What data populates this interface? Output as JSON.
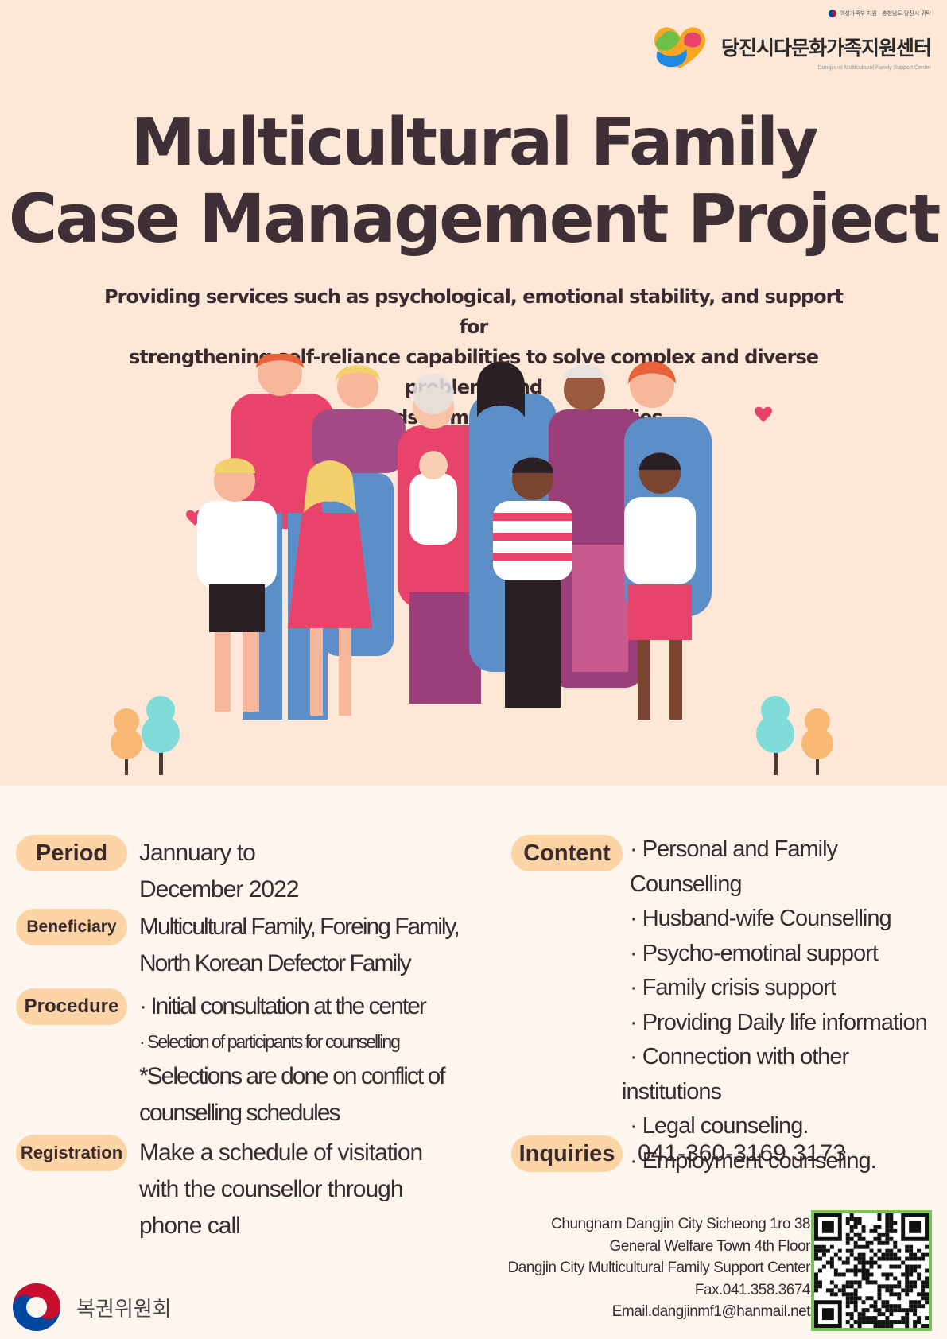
{
  "header": {
    "sponsor_text": "여성가족부 지원 · 충청남도 당진시 위탁",
    "org_korean": "당진시다문화가족지원센터",
    "org_english": "Dangjin-si Multicultural Family Support Center"
  },
  "title": {
    "line1": "Multicultural Family",
    "line2": "Case Management Project"
  },
  "subtitle": {
    "line1": "Providing services such as psychological, emotional stability, and support for",
    "line2": "strengthening self-reliance capabilities to solve complex and diverse problems and",
    "line3": "resolve needs of multicultural families."
  },
  "period": {
    "label": "Period",
    "line1": "Jannuary to",
    "line2": "December 2022"
  },
  "beneficiary": {
    "label": "Beneficiary",
    "line1": "Multicultural Family, Foreing Family,",
    "line2": "North Korean Defector Family"
  },
  "procedure": {
    "label": "Procedure",
    "step1": "· Initial consultation at the center",
    "step2": "· Selection of participants for counselling",
    "note1": "*Selections are done on conflict of",
    "note2": "counselling schedules"
  },
  "registration": {
    "label": "Registration",
    "line1": "Make a schedule of visitation",
    "line2": "with the counsellor  through",
    "line3": "phone call"
  },
  "content": {
    "label": "Content",
    "items": [
      "· Personal and Family Counselling",
      "· Husband-wife Counselling",
      "· Psycho-emotinal support",
      "· Family crisis support",
      "· Providing Daily life information",
      "· Connection with other",
      "institutions",
      "· Legal counseling.",
      "· Employment counseling."
    ]
  },
  "inquiries": {
    "label": "Inquiries",
    "phone": "041-360-3169,3173"
  },
  "contact": {
    "address1": "Chungnam Dangjin City Sicheong 1ro 38",
    "address2": "General Welfare Town 4th Floor",
    "org": "Dangjin City Multicultural Family Support Center",
    "fax": "Fax.041.358.3674",
    "email": "Email.dangjinmf1@hanmail.net"
  },
  "footer": {
    "gov_name": "복권위원회"
  },
  "colors": {
    "top_background": "#fde7d6",
    "bottom_background": "#fdf6ef",
    "pill": "#fcd4a5",
    "title": "#3f2f37",
    "accent_pink": "#e8436a",
    "accent_purple": "#9b3f7a"
  }
}
